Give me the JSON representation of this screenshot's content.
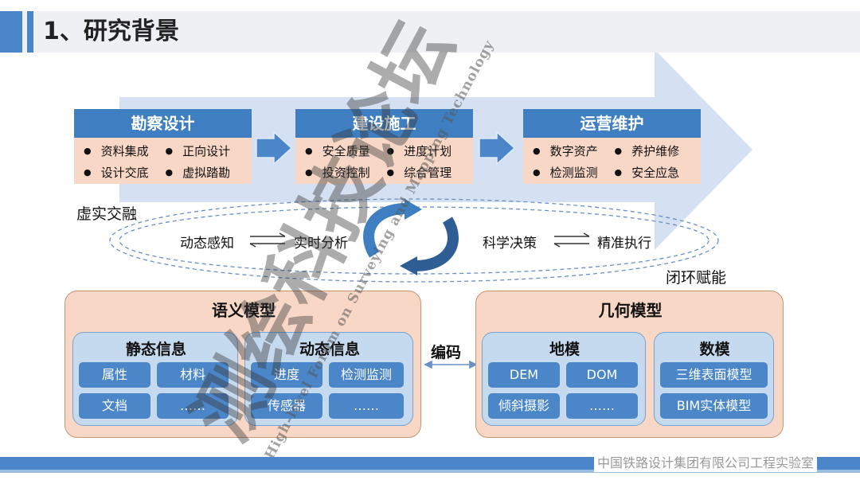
{
  "slide": {
    "title": "1、研究背景",
    "footer": "中国铁路设计集团有限公司工程实验室"
  },
  "phases": [
    {
      "title": "勘察设计",
      "items": [
        "资料集成",
        "正向设计",
        "设计交底",
        "虚拟踏勘"
      ]
    },
    {
      "title": "建设施工",
      "items": [
        "安全质量",
        "进度计划",
        "投资控制",
        "综合管理"
      ]
    },
    {
      "title": "运营维护",
      "items": [
        "数字资产",
        "养护维修",
        "检测监测",
        "安全应急"
      ]
    }
  ],
  "cycle": {
    "left_label": "虚实交融",
    "right_label": "闭环赋能",
    "steps": [
      "动态感知",
      "实时分析",
      "科学决策",
      "精准执行"
    ]
  },
  "semantic_model": {
    "title": "语义模型",
    "static": {
      "title": "静态信息",
      "cells": [
        "属性",
        "材料",
        "文档",
        "……"
      ]
    },
    "dynamic": {
      "title": "动态信息",
      "cells": [
        "进度",
        "检测监测",
        "传感器",
        "……"
      ]
    }
  },
  "link_label": "编码",
  "geometry_model": {
    "title": "几何模型",
    "terrain": {
      "title": "地模",
      "cells": [
        "DEM",
        "DOM",
        "倾斜摄影",
        "……"
      ]
    },
    "digital": {
      "title": "数模",
      "cells": [
        "三维表面模型",
        "BIM实体模型"
      ]
    }
  },
  "watermark": {
    "text": "测绘科技论坛",
    "subtext": "High-level Forum on Surveying and Mapping Technology"
  },
  "colors": {
    "accent_blue": "#4a86c8",
    "header_blue": "#3f7fc1",
    "salmon": "#f8d7c6",
    "light_blue": "#c5d9ef",
    "arrow_bg": "#d5e1f2"
  }
}
